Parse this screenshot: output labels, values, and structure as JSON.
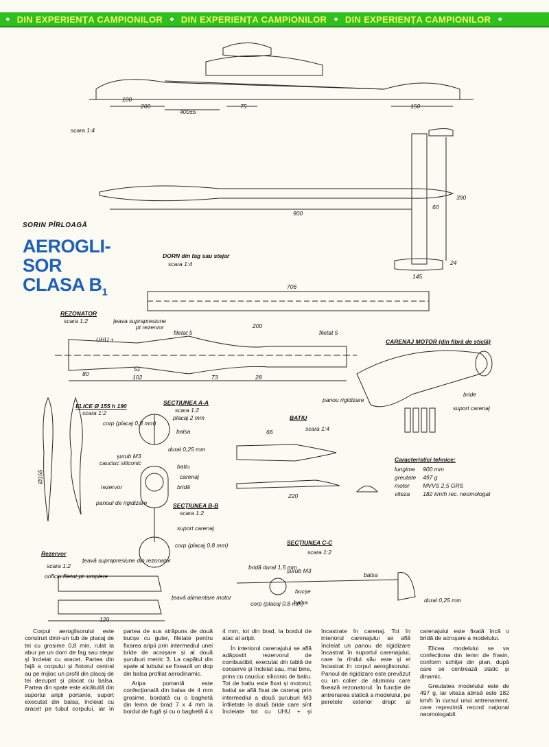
{
  "banner": {
    "segments": [
      "DIN EXPERIENȚA CAMPIONILOR",
      "DIN EXPERIENȚA CAMPIONILOR",
      "DIN EXPERIENȚA CAMPIONILOR"
    ]
  },
  "header": {
    "author": "SORIN PÎRLOAGĂ",
    "title_lines": [
      "AEROGLI-",
      "SOR",
      "CLASA B",
      "1"
    ]
  },
  "drawing_labels": {
    "scara_1_4": "scara 1:4",
    "dorn": "DORN din fag sau stejar",
    "dorn_scara": "scara 1:4",
    "rezonator": "REZONATOR",
    "rezonator_scara": "scara 1:2",
    "teava": "țeava suprapresiune",
    "pt_rezervor": "pt rezervor",
    "uhu": "UHU +",
    "filetat5": "filetat 5",
    "carenaj_motor": "CARENAJ MOTOR (din fibră de sticlă)",
    "panou_rigidizare": "panou rigidizare",
    "bride": "bride",
    "suport_carenaj": "suport carenaj",
    "elice": "ELICE Ø 155 h 190",
    "elice_scara": "scara 1:2",
    "sectiunea_aa": "SECȚIUNEA A-A",
    "sectiunea_aa_scara": "scara 1:2",
    "placaj_2mm": "placaj 2 mm",
    "corp_placaj": "corp (placaj 0,8 mm)",
    "balsa": "balsa",
    "dural": "dural 0,25 mm",
    "surub_m3": "șurub M3",
    "cauciuc": "cauciuc siliconic",
    "batiu": "batiu",
    "carenaj": "carenaj",
    "rezervor": "rezervor",
    "brida": "bridă",
    "panou_rig2": "panoul de rigidizare",
    "sectiunea_bb": "SECȚIUNEA B-B",
    "sectiunea_bb_scara": "scara 1:2",
    "suport_carenaj2": "suport carenaj",
    "corp_placaj2": "corp (placaj 0,8 mm)",
    "batiu_title": "BATIU",
    "batiu_scara": "scara 1:4",
    "rezervor_title": "Rezervor",
    "rezervor_scara": "scara 1:2",
    "teava_supra2": "țeavă suprapresiune din rezonator",
    "orificiu": "orificiu filetat pt. umplere",
    "teava_alim": "țeavă alimentare motor",
    "sectiunea_cc": "SECȚIUNEA C-C",
    "sectiunea_cc_scara": "scara 1:2",
    "brida_dural": "bridă dural 1,5 mm",
    "surub_m3_2": "șurub M3",
    "balsa2": "balsa",
    "bucse": "bucșe",
    "corp_placaj3": "corp (placaj 0,8 mm)",
    "balsa3": "balsa",
    "dural2": "dural 0,25 mm"
  },
  "dimensions": {
    "d200": "200",
    "d400": "400±5",
    "d75": "75",
    "d150": "150",
    "d100": "100",
    "d900": "900",
    "d390": "390",
    "d706": "706",
    "d145": "145",
    "d60": "60",
    "d24": "24",
    "d73": "73",
    "d102": "102",
    "d80": "80",
    "d51": "51",
    "d28": "28",
    "d220": "220",
    "d120": "120",
    "d155": "Ø155",
    "d66": "66"
  },
  "specs": {
    "heading": "Caracteristici tehnice:",
    "rows": [
      {
        "k": "lungime",
        "v": "900 mm"
      },
      {
        "k": "greutate",
        "v": "497 g"
      },
      {
        "k": "motor",
        "v": "MVVS 2,5 GRS"
      },
      {
        "k": "viteza",
        "v": "182 km/h rec. neomologat"
      }
    ]
  },
  "article": {
    "paragraphs": [
      "Corpul aeroglisorului este construit dintr-un tub de placaj de tei cu grosime 0,8 mm, rulat la abur pe un dorn de fag sau stejar și încleiat cu aracet. Partea din față a corpului și flotorul central au pe mijloc un profil din placaj de tei decupat și placat cu balsa. Partea din spate este alcătuită din suportul aripii portante, suport executat din balsa, încleiat cu aracet pe tubul corpului, iar în partea de sus străpuns de două bucșe cu guler, filetate pentru fixarea aripii prin intermediul unei bride de acroșare și al două șuruburi metric 3. La capătul din spate al tubului se fixează un dop din balsa profilat aerodinamic.",
      "Aripa portantă este confecționată din balsa de 4 mm grosime, bordată cu o baghetă din lemn de brad 7 x 4 mm la bordul de fugă și cu o baghetă 4 x 4 mm, tot din brad, la bordul de atac al aripii.",
      "În interiorul carenajului se află adăpostit rezervorul de combustibil, executat din tablă de conserve și încleiat sau, mai bine, prins cu cauciuc siliconic de batiu. Tot de batiu este fixat și motorul; batiul se află fixat de carenaj prin intermediul a două șuruburi M3 înfiletate în două bride care sînt încleiate tot cu UHU + și încastrate în carenaj. Tot în interiorul carenajului se află încleiat un panou de rigidizare încastrat în suportul carenajului, care la rîndul său este și el încastrat în corpul aeroglisorului. Panoul de rigidizare este prevăzut cu un colier de aluminiu care fixează rezonatorul. În funcție de antrenarea statică a modelului, pe peretele exterior drept al carenajului este fixată încă o bridă de acroșare a modelului.",
      "Elicea modelului se va confecționa din lemn de frasin, conform schiței din plan, după care se centrează static și dinamic.",
      "Greutatea modelului este de 497 g, iar viteza atinsă este 182 km/h în cursul unui antrenament, care reprezintă record național neomologabil."
    ]
  }
}
